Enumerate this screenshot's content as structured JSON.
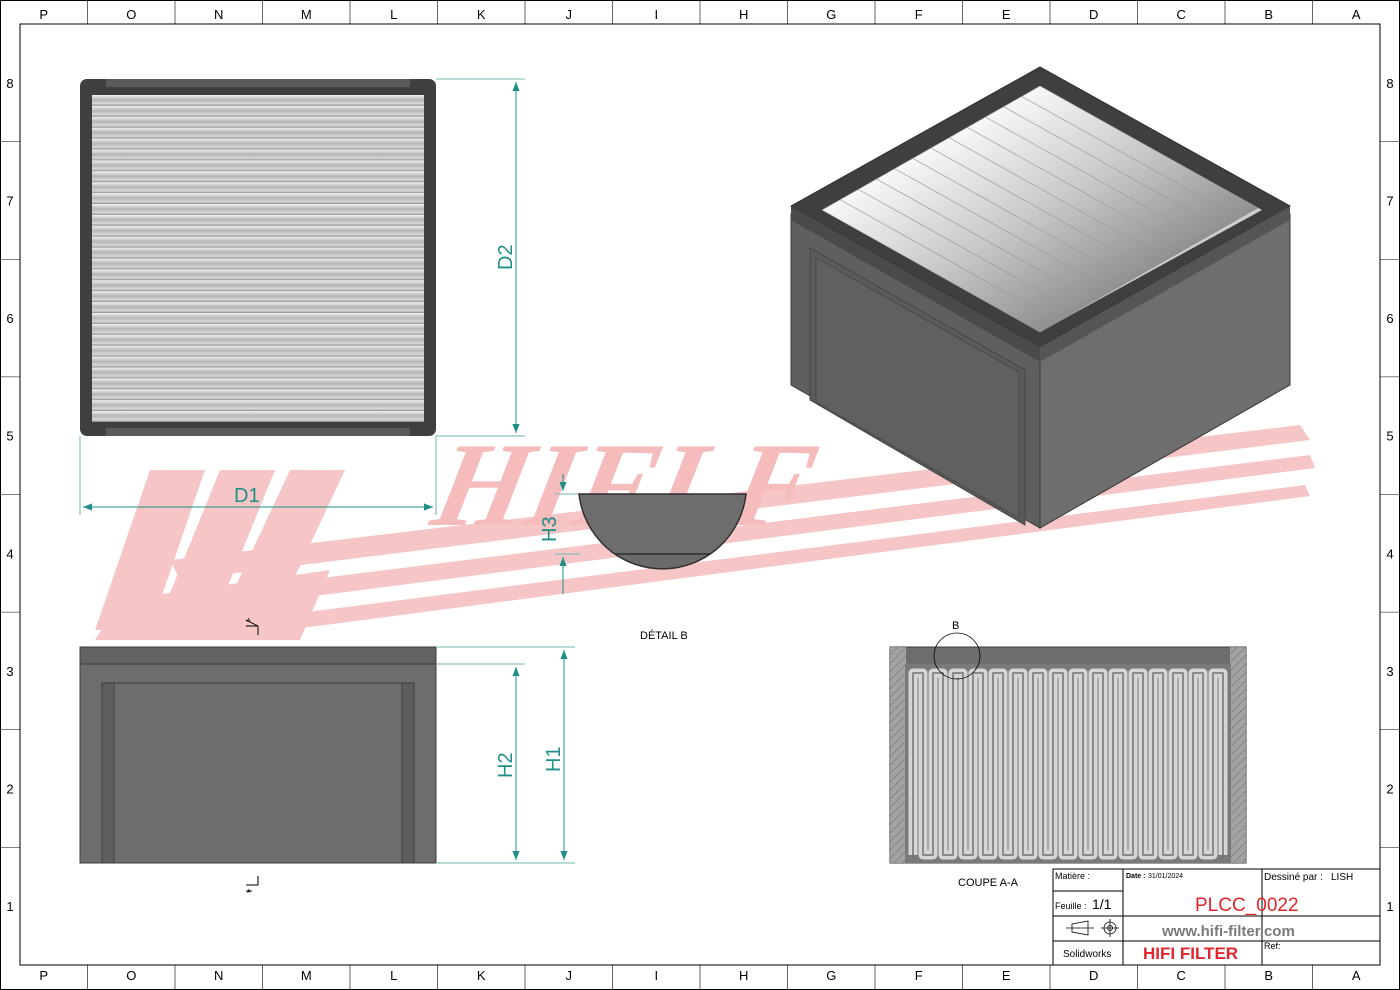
{
  "border": {
    "columns": [
      "P",
      "O",
      "N",
      "M",
      "L",
      "K",
      "J",
      "I",
      "H",
      "G",
      "F",
      "E",
      "D",
      "C",
      "B",
      "A"
    ],
    "rows": [
      "8",
      "7",
      "6",
      "5",
      "4",
      "3",
      "2",
      "1"
    ]
  },
  "watermark": {
    "text": "HIFI F",
    "color": "#f6b9b9"
  },
  "dimensions": {
    "d1": "D1",
    "d2": "D2",
    "h1": "H1",
    "h2": "H2",
    "h3": "H3"
  },
  "views": {
    "detail_label": "DÉTAIL B",
    "detail_marker": "B",
    "section_label": "COUPE A-A",
    "section_marker": "A"
  },
  "title_block": {
    "matiere_label": "Matière :",
    "date_label": "Date :",
    "date_value": "31/01/2024",
    "dessine_label": "Dessiné par :",
    "dessine_value": "LISH",
    "feuille_label": "Feuille :",
    "feuille_value": "1/1",
    "part_number": "PLCC_0022",
    "website": "www.hifi-filter.com",
    "software": "Solidworks",
    "brand": "HIFI FILTER",
    "ref_label": "Ref:"
  },
  "colors": {
    "dimension": "#1f8f87",
    "part_number": "#e3262b",
    "body": "#6b6b6b"
  }
}
